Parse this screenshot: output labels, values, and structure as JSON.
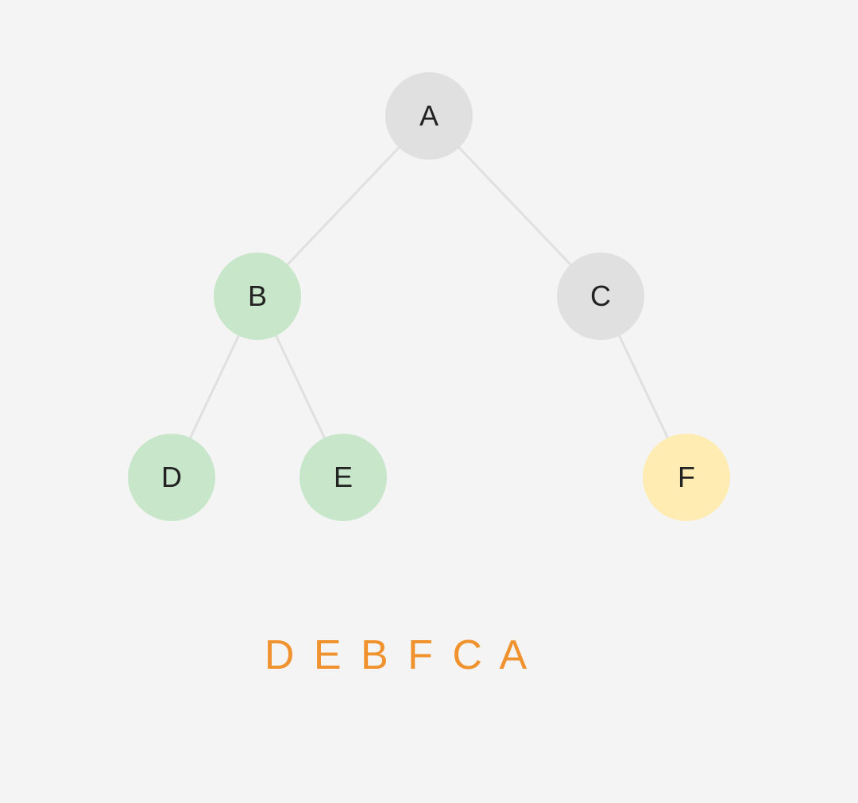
{
  "colors": {
    "background": "#f4f4f4",
    "edge": "#e0e0e0",
    "node_default": "#e0e0e0",
    "node_visited": "#c8e6c9",
    "node_current": "#ffecb3",
    "sequence_text": "#f0922e"
  },
  "tree": {
    "nodes": [
      {
        "id": "a",
        "label": "A",
        "state": "default"
      },
      {
        "id": "b",
        "label": "B",
        "state": "visited"
      },
      {
        "id": "c",
        "label": "C",
        "state": "default"
      },
      {
        "id": "d",
        "label": "D",
        "state": "visited"
      },
      {
        "id": "e",
        "label": "E",
        "state": "visited"
      },
      {
        "id": "f",
        "label": "F",
        "state": "current"
      }
    ],
    "edges": [
      {
        "from": "a",
        "to": "b"
      },
      {
        "from": "a",
        "to": "c"
      },
      {
        "from": "b",
        "to": "d"
      },
      {
        "from": "b",
        "to": "e"
      },
      {
        "from": "c",
        "to": "f"
      }
    ]
  },
  "traversal": {
    "sequence": "D E B F C A"
  }
}
